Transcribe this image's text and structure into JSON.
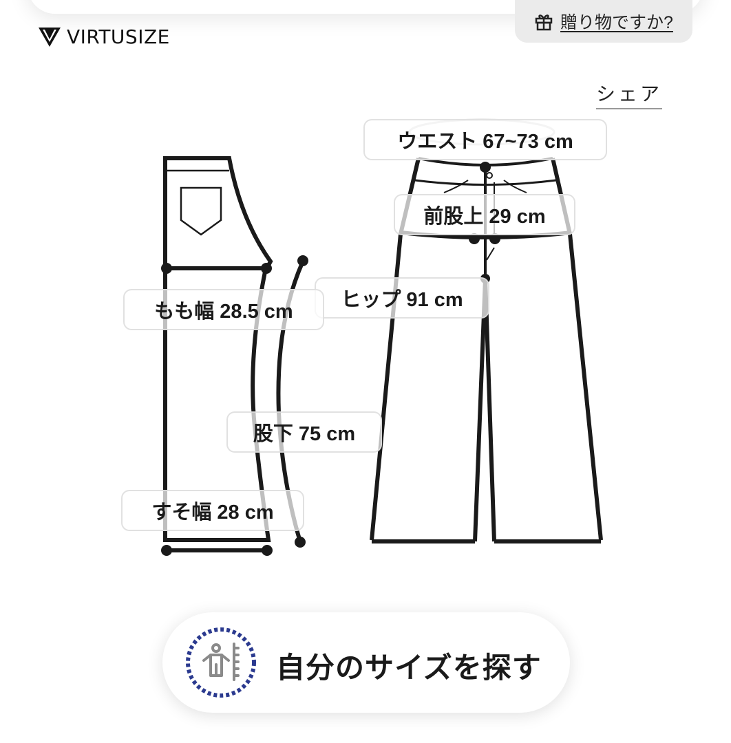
{
  "header": {
    "brand": "VIRTUSIZE",
    "gift_link": {
      "icon": "gift-icon",
      "label": "贈り物ですか?"
    },
    "share_link": "シェア"
  },
  "measurements": {
    "waist": "ウエスト 67~73 cm",
    "front_rise": "前股上 29 cm",
    "hip": "ヒップ 91 cm",
    "thigh_width": "もも幅 28.5 cm",
    "inseam": "股下 75 cm",
    "hem_width": "すそ幅 28 cm"
  },
  "cta": {
    "icon": "body-measure-icon",
    "label": "自分のサイズを探す",
    "icon_ring_color": "#2b3a8f",
    "icon_color": "#8a8a8a"
  },
  "colors": {
    "line": "#1a1a1a",
    "pill_bg": "#ebebeb",
    "label_border": "#dcdcdc"
  }
}
